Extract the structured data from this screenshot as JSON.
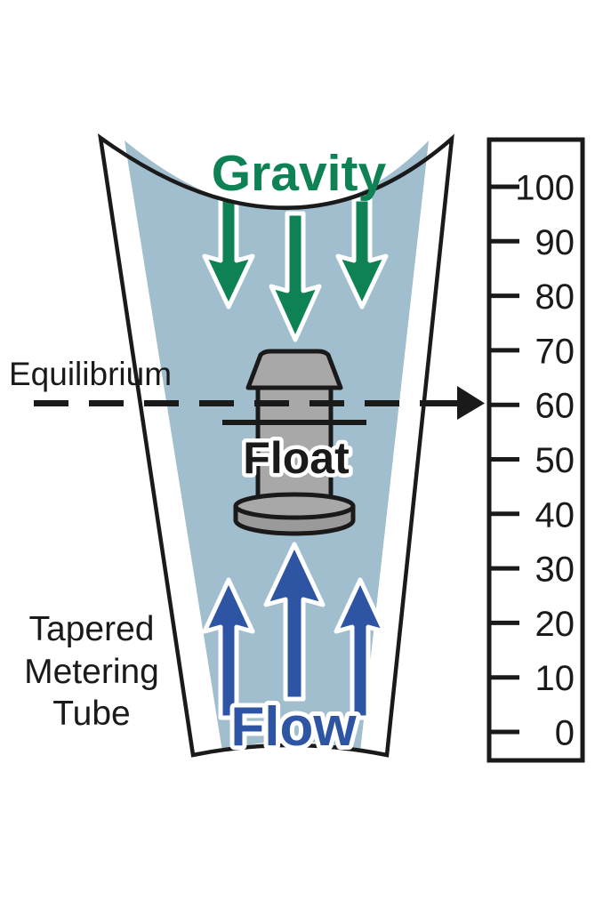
{
  "diagram": {
    "gravity_label": "Gravity",
    "equilibrium_label": "Equilibrium",
    "float_label": "Float",
    "flow_label": "Flow",
    "tube_caption": [
      "Tapered",
      "Metering",
      "Tube"
    ],
    "equilibrium_reading": 60
  },
  "scale": {
    "min": 0,
    "max": 100,
    "step": 10,
    "labels": [
      "100",
      "90",
      "80",
      "70",
      "60",
      "50",
      "40",
      "30",
      "20",
      "10",
      "0"
    ]
  },
  "colors": {
    "green": "#0e8155",
    "blue": "#2e54a4",
    "fluid": "#a1becf",
    "float-gray": "#a8a8a8",
    "float-base-gray": "#9a9a9a",
    "ink": "#1a1a1a"
  }
}
